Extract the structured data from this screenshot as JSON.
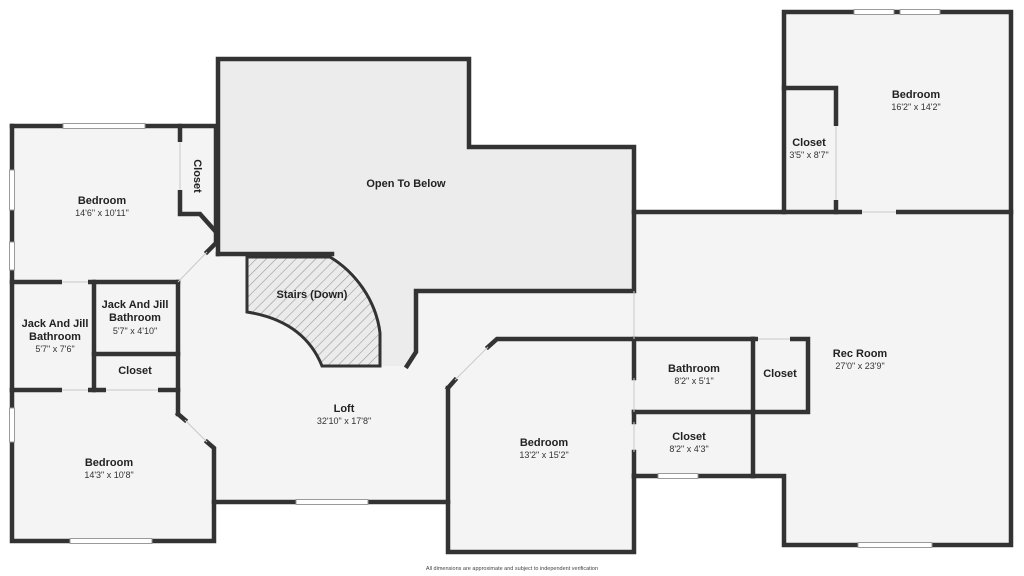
{
  "rooms": {
    "bedroom_ne": {
      "name": "Bedroom",
      "dims": "16'2\" x 14'2\""
    },
    "closet_ne": {
      "name": "Closet",
      "dims": "3'5\" x 8'7\""
    },
    "bedroom_nw": {
      "name": "Bedroom",
      "dims": "14'6\" x 10'11\""
    },
    "closet_nw": {
      "name": "Closet"
    },
    "open_to_below": {
      "name": "Open To Below"
    },
    "stairs": {
      "name": "Stairs (Down)"
    },
    "jj_bath_left": {
      "name_line1": "Jack And Jill",
      "name_line2": "Bathroom",
      "dims": "5'7\" x 7'6\""
    },
    "jj_bath_right": {
      "name_line1": "Jack And Jill",
      "name_line2": "Bathroom",
      "dims": "5'7\" x 4'10\""
    },
    "closet_w": {
      "name": "Closet"
    },
    "bedroom_sw": {
      "name": "Bedroom",
      "dims": "14'3\" x 10'8\""
    },
    "loft": {
      "name": "Loft",
      "dims": "32'10\" x 17'8\""
    },
    "bedroom_s": {
      "name": "Bedroom",
      "dims": "13'2\" x 15'2\""
    },
    "bathroom": {
      "name": "Bathroom",
      "dims": "8'2\" x 5'1\""
    },
    "closet_e": {
      "name": "Closet"
    },
    "closet_se": {
      "name": "Closet",
      "dims": "8'2\" x 4'3\""
    },
    "rec_room": {
      "name": "Rec Room",
      "dims": "27'0\" x 23'9\""
    }
  },
  "footnote": "All dimensions are approximate and subject to independent verification"
}
